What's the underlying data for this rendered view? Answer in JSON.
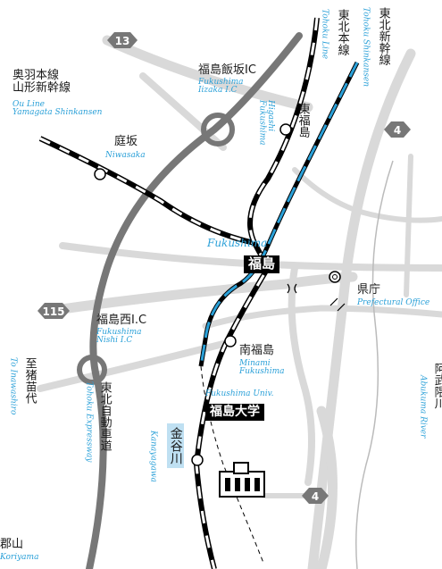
{
  "route_shields": [
    "13",
    "4",
    "115",
    "4"
  ],
  "labels": {
    "ou_line_jp": "奥羽本線\n山形新幹線",
    "ou_line_en": "Ou Line\nYamagata Shinkansen",
    "fukushima_iizaka_jp": "福島飯坂IC",
    "fukushima_iizaka_en": "Fukushima\nIizaka I.C",
    "higashi_fukushima_en": "Higashi\nFukushima",
    "higashi_fukushima_jp": "東福島",
    "tohoku_line_jp": "東北本線",
    "tohoku_line_en": "Tohoku Line",
    "tohoku_shinkansen_jp": "東北新幹線",
    "tohoku_shinkansen_en": "Tohoku Shinkansen",
    "niwasaka_jp": "庭坂",
    "niwasaka_en": "Niwasaka",
    "fukushima_station_en": "Fukushima",
    "fukushima_station_jp": "福島",
    "kencho_jp": "県庁",
    "kencho_en": "Prefectural Office",
    "fukushima_nishi_jp": "福島西I.C",
    "fukushima_nishi_en": "Fukushima\nNishi I.C",
    "minami_fukushima_jp": "南福島",
    "minami_fukushima_en": "Minami\nFukushima",
    "inawashiro_jp": "至猪苗代",
    "inawashiro_en": "To Inawashiro",
    "tohoku_expressway_jp": "東北自動車道",
    "tohoku_expressway_en": "Tohoku Expressway",
    "fukushima_univ_en": "Fukushima Univ.",
    "fukushima_univ_jp": "福島大学",
    "kanayagawa_jp": "金谷川",
    "kanayagawa_en": "Kanayagawa",
    "abukuma_jp": "阿武隈川",
    "abukuma_en": "Abukuma River",
    "koriyama_jp": "郡山",
    "koriyama_en": "Koriyama"
  },
  "colors": {
    "road": "#d9d9d9",
    "expressway": "#777777",
    "shinkansen": "#2aa0d8",
    "rail": "#000000",
    "english_label": "#2aa0d8",
    "station_highlight": "#bfe0f2"
  }
}
